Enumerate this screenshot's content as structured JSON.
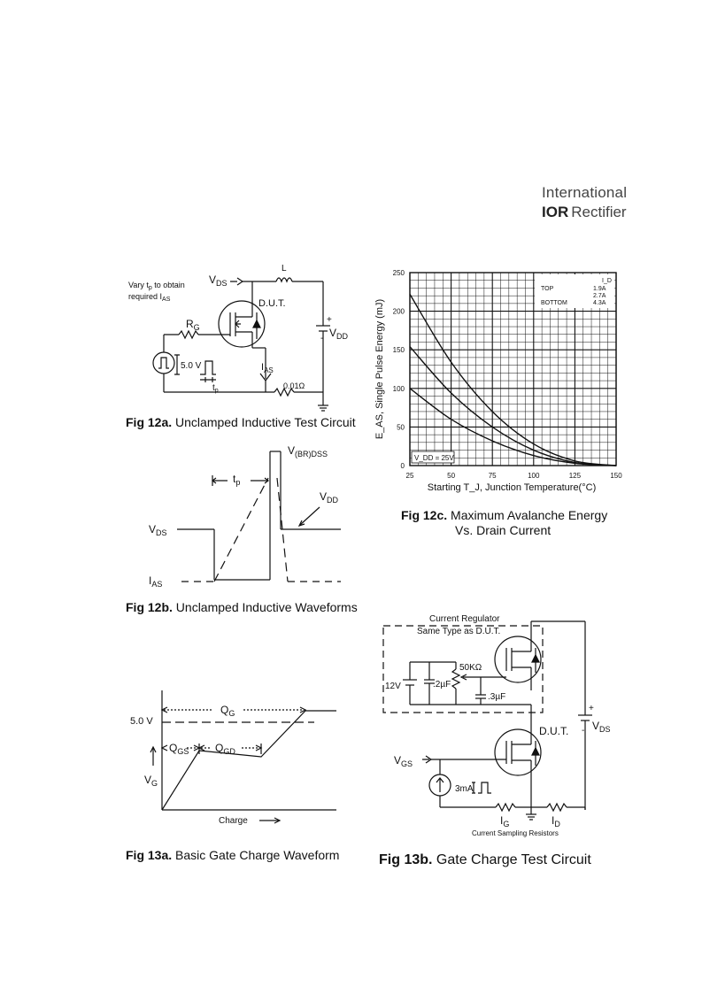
{
  "header": {
    "brand_line1": "International",
    "brand_logo": "IOR",
    "brand_line2": "Rectifier"
  },
  "fig12a": {
    "caption_num": "Fig 12a.",
    "caption_text": "Unclamped Inductive Test Circuit",
    "note_line1": "Vary t",
    "note_sub": "p",
    "note_line1b": " to obtain",
    "note_line2": "required I",
    "note_sub2": "AS",
    "vds": "V",
    "vds_sub": "DS",
    "l": "L",
    "dut": "D.U.T.",
    "rg": "R",
    "rg_sub": "G",
    "pulse": "5.0 V",
    "tp": "t",
    "tp_sub": "p",
    "ias": "I",
    "ias_sub": "AS",
    "res": "0.01Ω",
    "vdd": "V",
    "vdd_sub": "DD",
    "plus": "+",
    "minus": "-"
  },
  "fig12b": {
    "caption_num": "Fig 12b.",
    "caption_text": "Unclamped Inductive Waveforms",
    "vbr": "V",
    "vbr_sub": "(BR)DSS",
    "tp": "t",
    "tp_sub": "p",
    "vdd": "V",
    "vdd_sub": "DD",
    "vds": "V",
    "vds_sub": "DS",
    "ias": "I",
    "ias_sub": "AS"
  },
  "fig12c": {
    "caption_num": "Fig 12c.",
    "caption_line1": "Maximum Avalanche Energy",
    "caption_line2": "Vs. Drain Current",
    "chart_data": {
      "type": "line",
      "xlabel": "Starting T_J, Junction Temperature(°C)",
      "ylabel": "E_AS, Single Pulse Energy (mJ)",
      "xlim": [
        25,
        150
      ],
      "ylim": [
        0,
        250
      ],
      "xticks": [
        25,
        50,
        75,
        100,
        125,
        150
      ],
      "yticks": [
        0,
        50,
        100,
        150,
        200,
        250
      ],
      "grid": true,
      "legend_title": "I_D",
      "legend": [
        {
          "label": "TOP",
          "value": "1.9A"
        },
        {
          "label": "",
          "value": "2.7A"
        },
        {
          "label": "BOTTOM",
          "value": "4.3A"
        }
      ],
      "annotation": "V_DD = 25V",
      "series": [
        {
          "x": [
            25,
            50,
            75,
            100,
            125,
            150
          ],
          "y": [
            222,
            134,
            70,
            28,
            6,
            0
          ]
        },
        {
          "x": [
            25,
            50,
            75,
            100,
            125,
            150
          ],
          "y": [
            154,
            94,
            50,
            20,
            4,
            0
          ]
        },
        {
          "x": [
            25,
            50,
            75,
            100,
            125,
            150
          ],
          "y": [
            100,
            60,
            32,
            13,
            3,
            0
          ]
        }
      ]
    }
  },
  "fig13a": {
    "caption_num": "Fig 13a.",
    "caption_text": "Basic Gate Charge Waveform",
    "v5": "5.0 V",
    "qg": "Q",
    "qg_sub": "G",
    "qgs": "Q",
    "qgs_sub": "GS",
    "qgd": "Q",
    "qgd_sub": "GD",
    "vg": "V",
    "vg_sub": "G",
    "charge": "Charge"
  },
  "fig13b": {
    "caption_num": "Fig 13b.",
    "caption_text": "Gate Charge Test Circuit",
    "reg_line1": "Current Regulator",
    "reg_line2": "Same Type as D.U.T.",
    "r50": "50KΩ",
    "v12": "12V",
    "c2": ".2µF",
    "c3": ".3µF",
    "dut": "D.U.T.",
    "vds": "V",
    "vds_sub": "DS",
    "vgs": "V",
    "vgs_sub": "GS",
    "ma": "3mA",
    "ig": "I",
    "ig_sub": "G",
    "id": "I",
    "id_sub": "D",
    "sampling": "Current Sampling Resistors",
    "plus": "+",
    "minus": "-"
  }
}
